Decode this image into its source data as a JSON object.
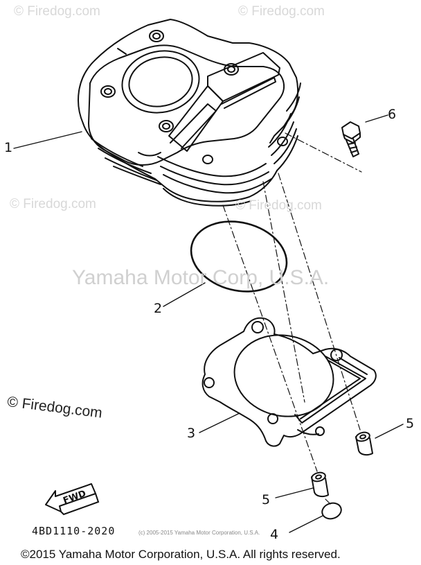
{
  "watermarks": {
    "firedog_1": "© Firedog.com",
    "firedog_2": "© Firedog.com",
    "firedog_3": "© Firedog.com",
    "firedog_4": "© Firedog.com",
    "firedog_left": "© Firedog.com",
    "yamaha_center": "Yamaha Motor Corp, U.S.A."
  },
  "callouts": {
    "c1": "1",
    "c2": "2",
    "c3": "3",
    "c4": "4",
    "c5a": "5",
    "c5b": "5",
    "c6": "6"
  },
  "fwd_label": "FWD",
  "part_number": "4BD1110-2020",
  "fine_print": "(c) 2005-2015 Yamaha Motor Corporation, U.S.A.",
  "copyright": "©2015 Yamaha Motor Corporation, U.S.A. All rights reserved."
}
